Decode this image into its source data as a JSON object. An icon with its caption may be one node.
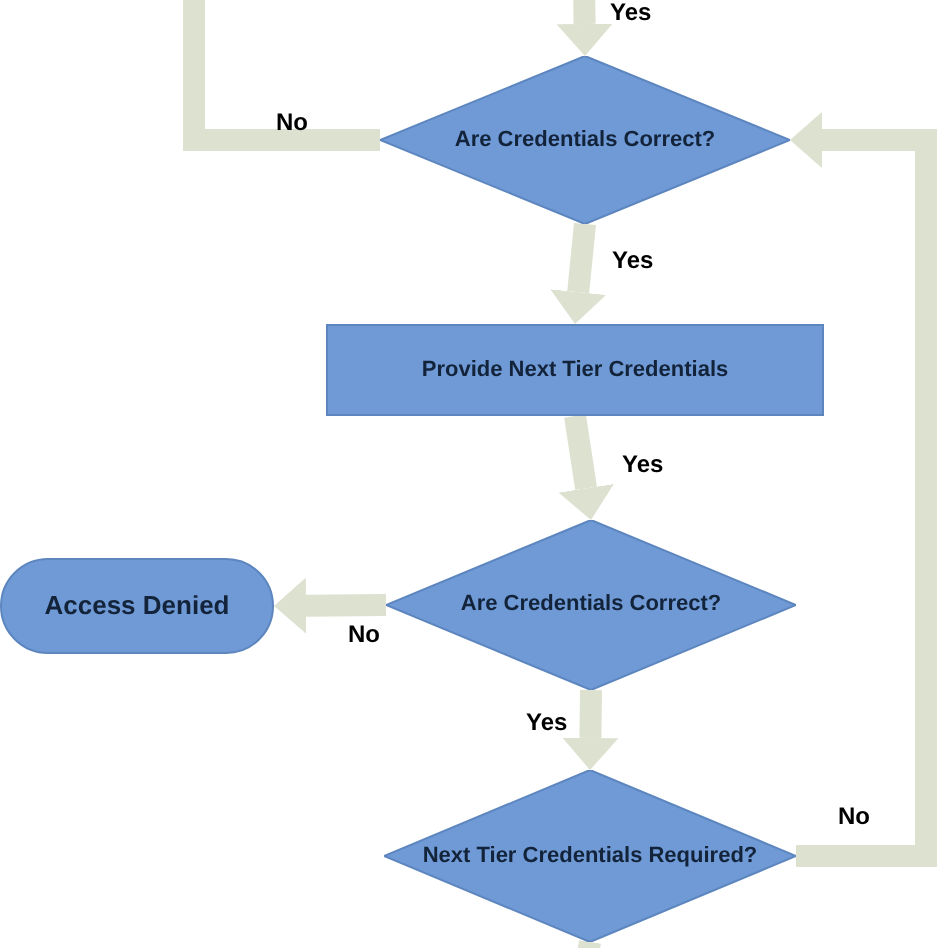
{
  "diagram": {
    "nodes": [
      {
        "text": [
          "Are Credentials Correct?"
        ]
      },
      {
        "text": [
          "Provide Next Tier Credentials"
        ]
      },
      {
        "text": [
          "Are Credentials Correct?"
        ]
      },
      {
        "text": [
          "Access Denied"
        ]
      },
      {
        "text": [
          "Next Tier Credentials Required?"
        ]
      }
    ],
    "edges": [
      {
        "from": null,
        "to": 0,
        "arrow": "to",
        "label": "Yes"
      },
      {
        "from": 0,
        "to": null,
        "arrow": "none",
        "label": "No"
      },
      {
        "from": 0,
        "to": 1,
        "arrow": "to",
        "label": "Yes"
      },
      {
        "from": 1,
        "to": 2,
        "arrow": "to",
        "label": "Yes"
      },
      {
        "from": 2,
        "to": 3,
        "arrow": "to",
        "label": "No"
      },
      {
        "from": 2,
        "to": 4,
        "arrow": "to",
        "label": "Yes"
      },
      {
        "from": 4,
        "to": 0,
        "arrow": "to",
        "label": "No"
      },
      {
        "from": 4,
        "to": null,
        "arrow": "none"
      }
    ]
  }
}
